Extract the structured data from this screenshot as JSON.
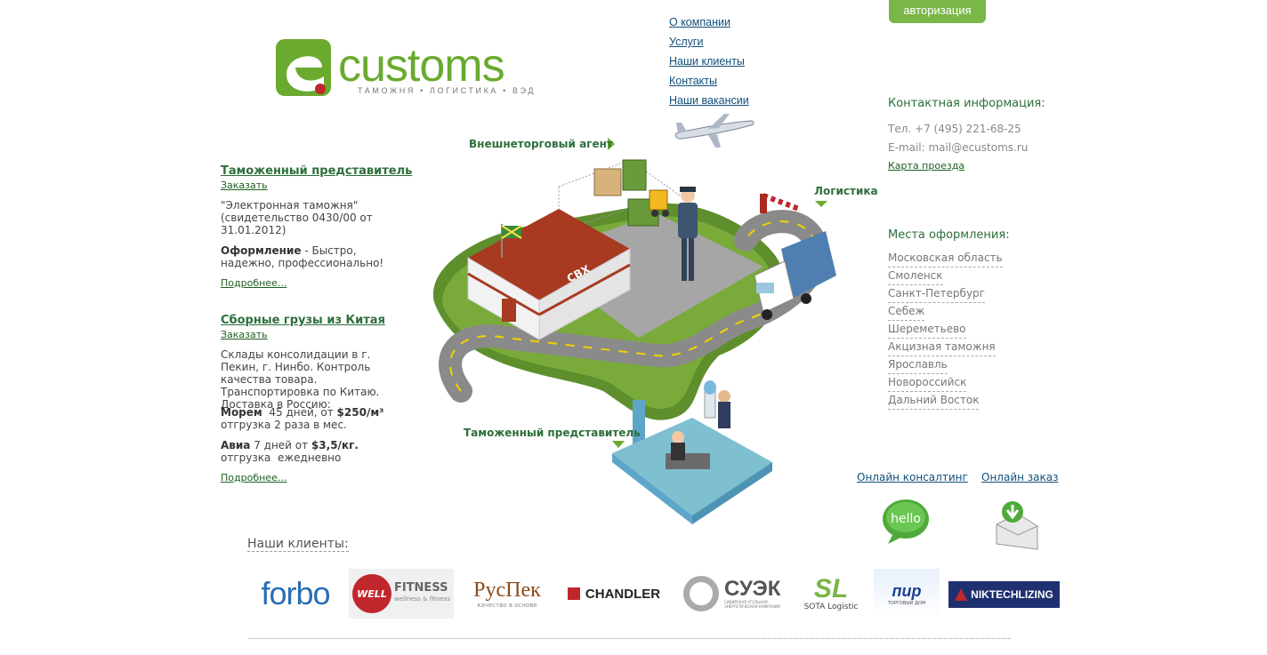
{
  "logo": {
    "text": "customs",
    "tagline": "ТАМОЖНЯ • ЛОГИСТИКА • ВЭД"
  },
  "nav": [
    {
      "label": "О компании"
    },
    {
      "label": "Услуги"
    },
    {
      "label": "Наши клиенты"
    },
    {
      "label": "Контакты"
    },
    {
      "label": "Наши вакансии"
    }
  ],
  "auth_button": "авторизация",
  "contact": {
    "heading": "Контактная информация:",
    "phone": "Тел. +7 (495) 221-68-25",
    "email": "E-mail: mail@ecustoms.ru",
    "map_link": "Карта проезда"
  },
  "places": {
    "heading": "Места оформления:",
    "items": [
      "Московская область",
      "Смоленск",
      "Санкт-Петербург",
      "Себеж",
      "Шереметьево",
      "Акцизная таможня",
      "Ярославль",
      "Новороссийск",
      "Дальний Восток"
    ]
  },
  "services": [
    {
      "title": "Таможенный представитель",
      "order": "Заказать",
      "text1": "\"Электронная таможня\" (свидетельство 0430/00 от 31.01.2012)",
      "text2_bold": "Оформление",
      "text2": " - Быстро, надежно, профессионально!",
      "more": "Подробнее..."
    },
    {
      "title": "Сборные грузы из Китая",
      "order": "Заказать",
      "text1": "Склады консолидации в г. Пекин, г. Нинбо. Контроль качества товара. Транспортировка по Китаю. Доставка в Россию:",
      "sea_bold": "Морем",
      "sea_mid": "  45 дней, от ",
      "sea_price": "$250/м³",
      "sea_tail": "отгрузка 2 раза в мес.",
      "air_bold": "Авиа",
      "air_mid": " 7 дней от ",
      "air_price": "$3,5/кг.",
      "air_tail": "отгрузка  ежедневно",
      "more": "Подробнее..."
    }
  ],
  "illustration": {
    "label_agent": "Внешнеторговый агент",
    "label_logistics": "Логистика",
    "label_customs": "Таможенный представитель",
    "warehouse_sign": "СВХ",
    "colors": {
      "grass": "#5e8f2c",
      "road": "#8a8a8a",
      "roof": "#a83a22",
      "wall": "#f2f2f2",
      "truck": "#4f7fb0",
      "floor": "#7fc0d0"
    }
  },
  "online": {
    "consulting": "Онлайн консалтинг",
    "order": "Онлайн заказ",
    "hello_bubble": "hello"
  },
  "clients": {
    "heading": "Наши клиенты:",
    "logos": [
      {
        "text": "forbo",
        "color": "#2a6db5"
      },
      {
        "text": "WELL",
        "text2": "FITNESS",
        "sub": "wellness & fitness",
        "color": "#c0272d"
      },
      {
        "text": "РусПек",
        "sub": "качество в основе",
        "color": "#8a4b1f"
      },
      {
        "text": "CHANDLER",
        "color": "#222222"
      },
      {
        "text": "СУЭК",
        "sub": "СИБИРСКАЯ УГОЛЬНАЯ ЭНЕРГЕТИЧЕСКАЯ КОМПАНИЯ",
        "color": "#555555"
      },
      {
        "text": "SL",
        "sub": "SOTA Logistic",
        "color": "#7ab648"
      },
      {
        "text": "пир",
        "sub": "ТОРГОВЫЙ ДОМ",
        "color": "#1f3f8f"
      },
      {
        "text": "NIKTECHLIZING",
        "color": "#1f3070"
      }
    ]
  }
}
